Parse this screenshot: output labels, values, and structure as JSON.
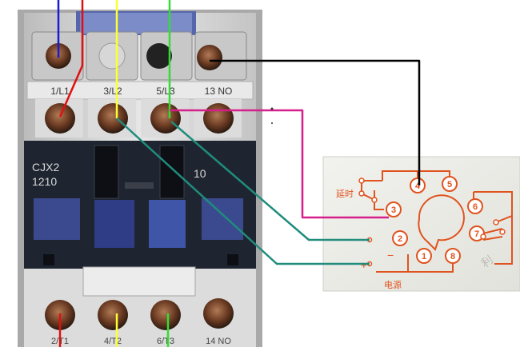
{
  "contactor": {
    "model_line1": "CJX2",
    "model_line2": "1210",
    "code": "10",
    "top_terminals": [
      "1/L1",
      "3/L2",
      "5/L3",
      "13 NO"
    ],
    "bottom_terminals": [
      "2/T1",
      "4/T2",
      "6/T3",
      "14 NO"
    ]
  },
  "relay": {
    "pins": [
      "1",
      "2",
      "3",
      "4",
      "5",
      "6",
      "7",
      "8"
    ],
    "label_delay": "延时",
    "label_power": "电源",
    "sign_minus": "−",
    "sign_plus": "+"
  },
  "colors": {
    "blue_wire": "#1a1ad6",
    "red_wire": "#e01010",
    "yellow_wire": "#ffff33",
    "green_wire": "#33dd33",
    "black_wire": "#000000",
    "magenta_wire": "#d61f8a",
    "teal_wire": "#1f8c7c",
    "relay_red": "#e0531f",
    "contactor_body": "#d9d9d9",
    "contactor_dark": "#1f2530",
    "blue_button": "#3b4a8f"
  }
}
